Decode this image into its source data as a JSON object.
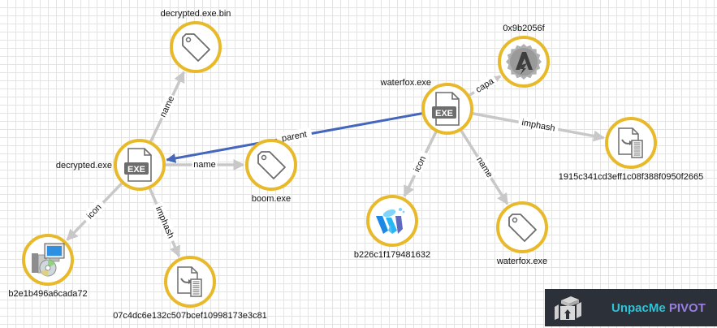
{
  "colors": {
    "node_ring": "#e8b92a",
    "edge_default": "#c8c8c8",
    "edge_highlight": "#4466bb",
    "icon_gray": "#6d6d6d"
  },
  "nodes": [
    {
      "id": "decrypted_exe",
      "label": "decrypted.exe",
      "icon": "exe-file-icon",
      "label_pos": "left"
    },
    {
      "id": "decrypted_bin",
      "label": "decrypted.exe.bin",
      "icon": "tag-icon",
      "label_pos": "top"
    },
    {
      "id": "boom_exe",
      "label": "boom.exe",
      "icon": "tag-icon",
      "label_pos": "bottom"
    },
    {
      "id": "b2e1",
      "label": "b2e1b496a6cada72",
      "icon": "installer-icon",
      "label_pos": "bottom"
    },
    {
      "id": "imphash1",
      "label": "07c4dc6e132c507bcef10998173e3c81",
      "icon": "imphash-doc-icon",
      "label_pos": "bottom"
    },
    {
      "id": "waterfox_exe",
      "label": "waterfox.exe",
      "icon": "exe-file-icon",
      "label_pos": "left-top"
    },
    {
      "id": "capa",
      "label": "0x9b2056f",
      "icon": "capa-badge-icon",
      "label_pos": "top"
    },
    {
      "id": "imphash2",
      "label": "1915c341cd3eff1c08f388f0950f2665",
      "icon": "imphash-doc-icon",
      "label_pos": "bottom"
    },
    {
      "id": "b226",
      "label": "b226c1f179481632",
      "icon": "waterfox-logo-icon",
      "label_pos": "bottom"
    },
    {
      "id": "waterfox_name",
      "label": "waterfox.exe",
      "icon": "tag-icon",
      "label_pos": "bottom"
    }
  ],
  "edges": [
    {
      "from": "decrypted_exe",
      "to": "decrypted_bin",
      "label": "name",
      "highlight": false
    },
    {
      "from": "decrypted_exe",
      "to": "boom_exe",
      "label": "name",
      "highlight": false
    },
    {
      "from": "decrypted_exe",
      "to": "b2e1",
      "label": "icon",
      "highlight": false
    },
    {
      "from": "decrypted_exe",
      "to": "imphash1",
      "label": "imphash",
      "highlight": false
    },
    {
      "from": "waterfox_exe",
      "to": "decrypted_exe",
      "label": "parent",
      "highlight": true
    },
    {
      "from": "waterfox_exe",
      "to": "capa",
      "label": "capa",
      "highlight": false
    },
    {
      "from": "waterfox_exe",
      "to": "imphash2",
      "label": "imphash",
      "highlight": false
    },
    {
      "from": "waterfox_exe",
      "to": "b226",
      "label": "icon",
      "highlight": false
    },
    {
      "from": "waterfox_exe",
      "to": "waterfox_name",
      "label": "name",
      "highlight": false
    }
  ],
  "brand": {
    "part1": "UnpacMe",
    "part2": "PIVOT",
    "icon": "unpacme-logo-icon"
  }
}
